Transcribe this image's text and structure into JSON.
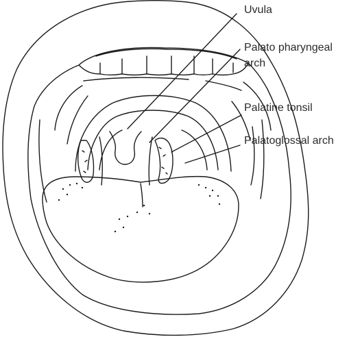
{
  "labels": {
    "uvula": "Uvula",
    "palatopharyngeal_line1": "Palato pharyngeal",
    "palatopharyngeal_line2": "arch",
    "palatine_tonsil": "Palatine tonsil",
    "palatoglossal_arch": "Palatoglossal arch"
  },
  "colors": {
    "ink": "#1a1a1a",
    "label_text": "#2a2a2a",
    "background": "#ffffff"
  }
}
